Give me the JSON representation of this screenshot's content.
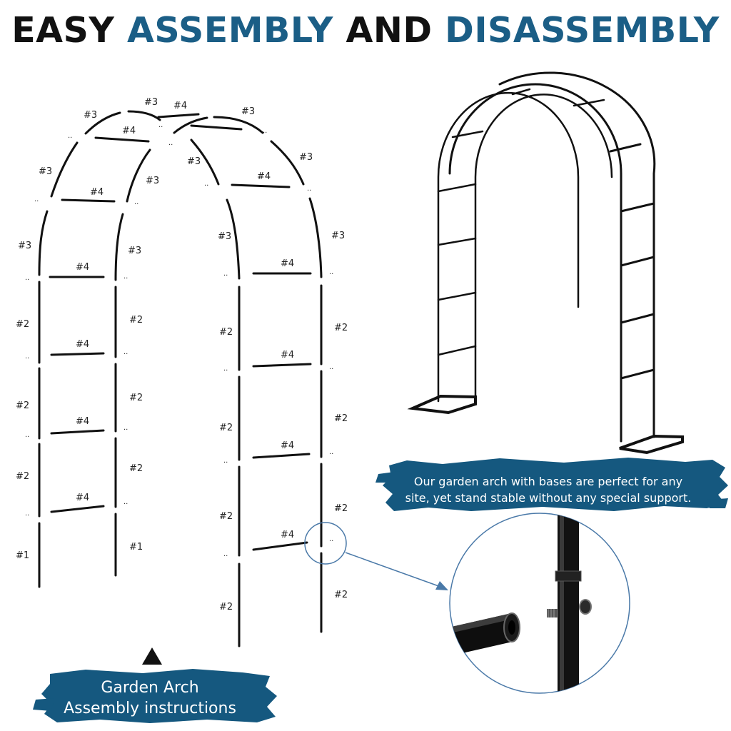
{
  "headline": {
    "part1": "EASY",
    "part2": "ASSEMBLY",
    "part3": "AND",
    "part4": "DISASSEMBLY"
  },
  "colors": {
    "accent_blue": "#1b5e86",
    "headline_dark": "#111111",
    "brush_blue": "#15587f",
    "frame_black": "#111111",
    "callout_line": "#4a79a8"
  },
  "labels": {
    "part1": "#1",
    "part2": "#2",
    "part3": "#3",
    "part4": "#4",
    "joint": ".."
  },
  "captions": {
    "site_line1": "Our garden arch with bases are perfect for any",
    "site_line2": "site, yet stand stable without any special support.",
    "assembly_line1": "Garden Arch",
    "assembly_line2": "Assembly instructions"
  },
  "icons": {
    "pointer": "triangle-up-icon"
  }
}
